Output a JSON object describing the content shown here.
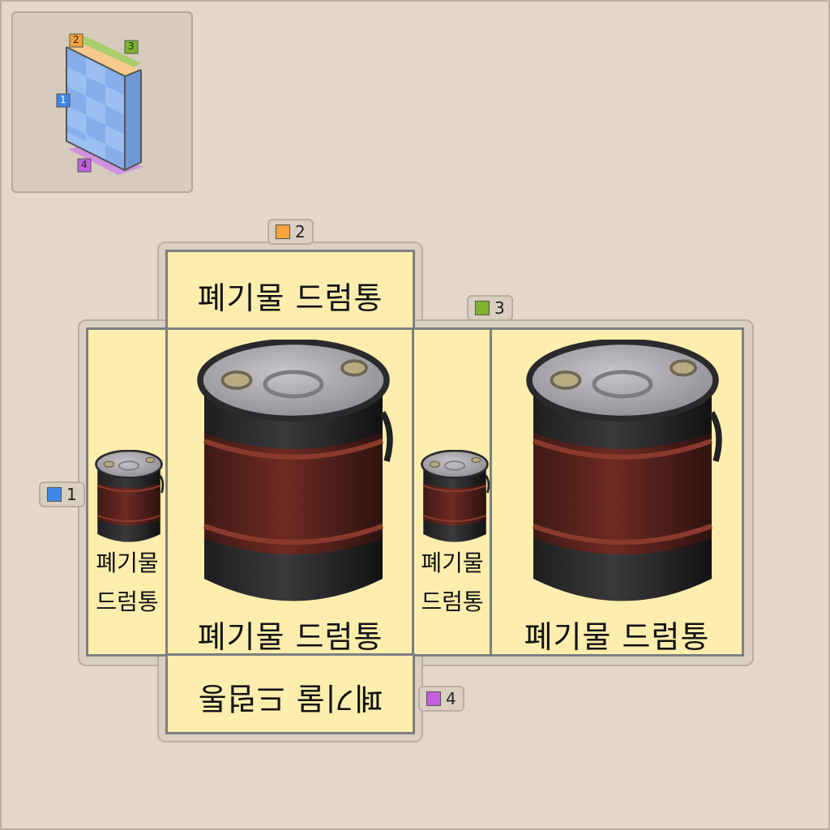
{
  "faces": {
    "top_label": "폐기물 드럼통",
    "front_label": "폐기물 드럼통",
    "back_label": "폐기물 드럼통",
    "bottom_label": "폐기물 드럼통",
    "side_left_line1": "폐기물",
    "side_left_line2": "드럼통",
    "side_right_line1": "폐기물",
    "side_right_line2": "드럼통"
  },
  "tabs": {
    "tab1": "1",
    "tab2": "2",
    "tab3": "3",
    "tab4": "4"
  },
  "preview": {
    "badge1": "1",
    "badge2": "2",
    "badge3": "3",
    "badge4": "4"
  },
  "colors": {
    "face1": "#3f86e8",
    "face2": "#f5a33a",
    "face3": "#7db52a",
    "face4": "#c65ee0",
    "panel": "#fdeeae"
  },
  "icons": {
    "drum": "waste-drum-icon",
    "box": "box-preview-icon"
  }
}
